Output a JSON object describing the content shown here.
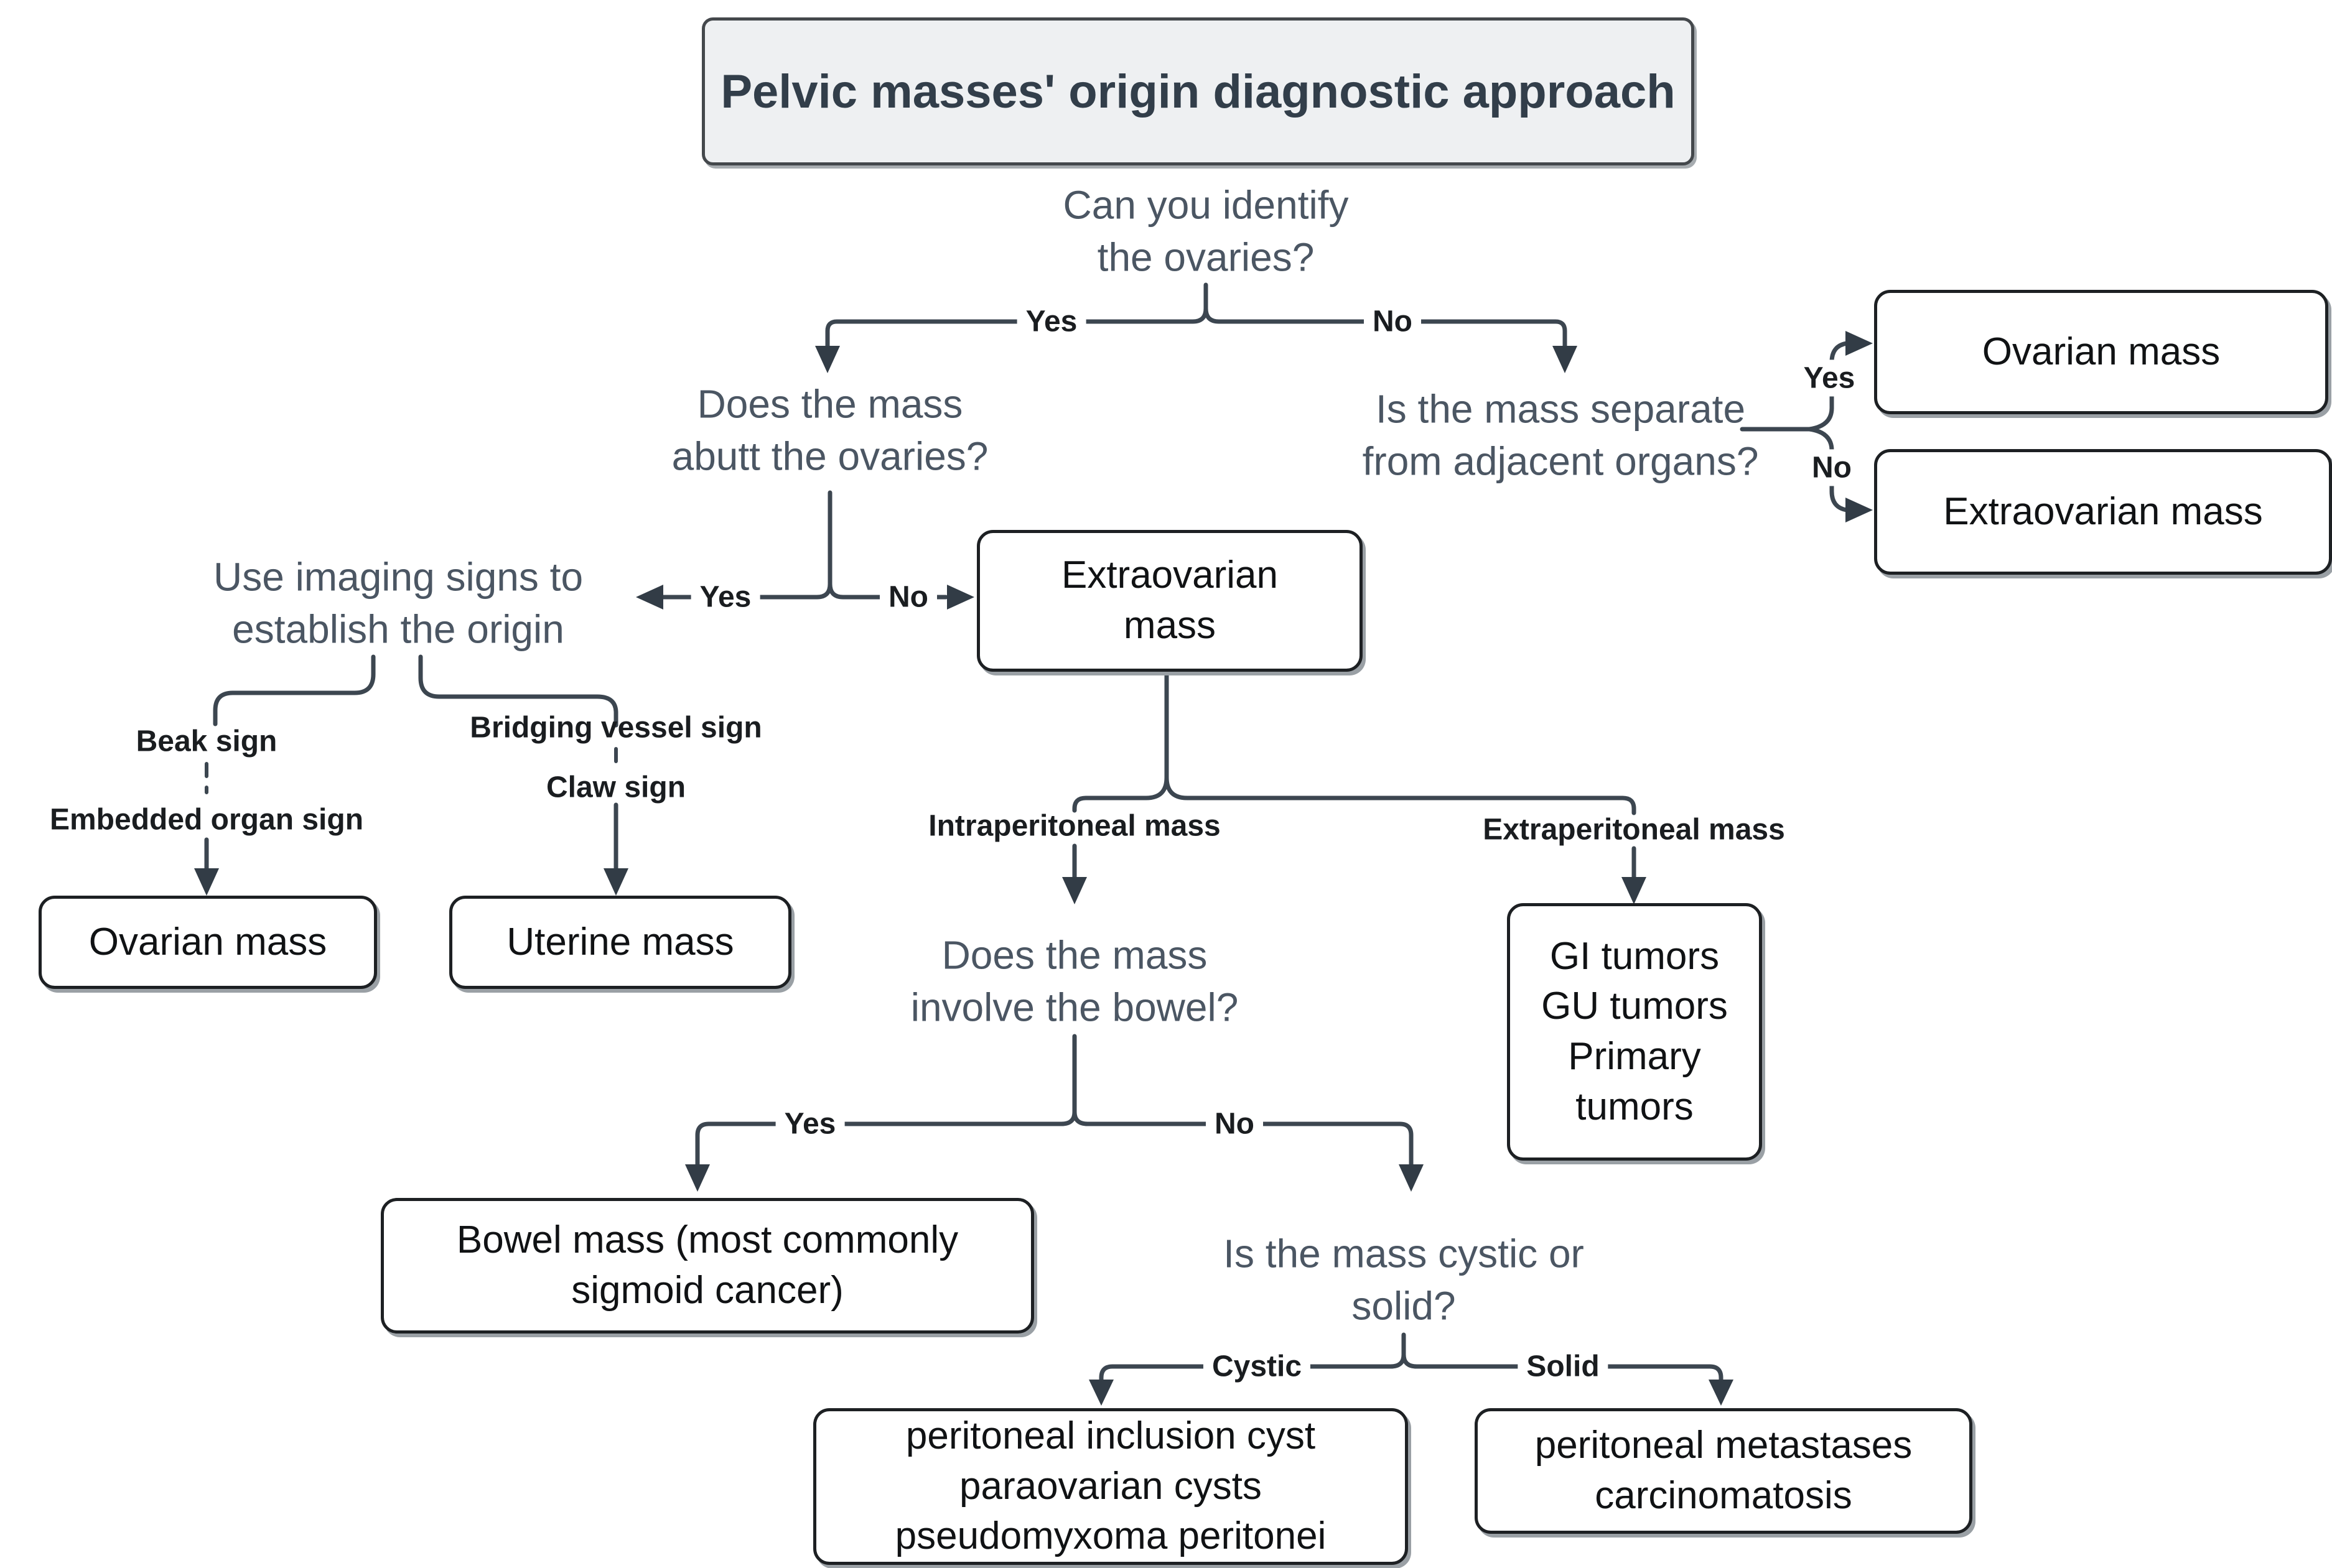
{
  "title": "Pelvic masses' origin diagnostic approach",
  "colors": {
    "line": "#3c4650",
    "question_text": "#4b5663",
    "box_border": "#1d2023",
    "title_background": "#eef0f2"
  },
  "questions": {
    "identify_ovaries": "Can you identify\nthe ovaries?",
    "abutt_ovaries": "Does the mass\nabutt the ovaries?",
    "separate_from_organs": "Is the mass separate\nfrom adjacent organs?",
    "use_imaging": "Use imaging signs to\nestablish the origin",
    "involve_bowel": "Does the mass\ninvolve the bowel?",
    "cystic_or_solid": "Is the mass cystic or\nsolid?"
  },
  "labels": {
    "yes_identify": "Yes",
    "no_identify": "No",
    "yes_abutt": "Yes",
    "no_abutt": "No",
    "yes_separate": "Yes",
    "no_separate": "No",
    "beak_sign": "Beak sign",
    "embedded_organ_sign": "Embedded organ sign",
    "bridging_vessel_sign": "Bridging vessel sign",
    "claw_sign": "Claw sign",
    "intraperitoneal": "Intraperitoneal mass",
    "extraperitoneal": "Extraperitoneal mass",
    "yes_bowel": "Yes",
    "no_bowel": "No",
    "cystic": "Cystic",
    "solid": "Solid"
  },
  "boxes": {
    "ovarian_mass_right": "Ovarian mass",
    "extraovarian_mass_right": "Extraovarian mass",
    "extraovarian_mass_center": "Extraovarian\nmass",
    "ovarian_mass_left": "Ovarian mass",
    "uterine_mass": "Uterine mass",
    "gi_tumors": "GI tumors\nGU tumors\nPrimary\ntumors",
    "bowel_mass": "Bowel mass (most commonly\nsigmoid cancer)",
    "cystic_outcomes": "peritoneal inclusion cyst\nparaovarian cysts\npseudomyxoma peritonei",
    "solid_outcomes": "peritoneal metastases\ncarcinomatosis"
  }
}
